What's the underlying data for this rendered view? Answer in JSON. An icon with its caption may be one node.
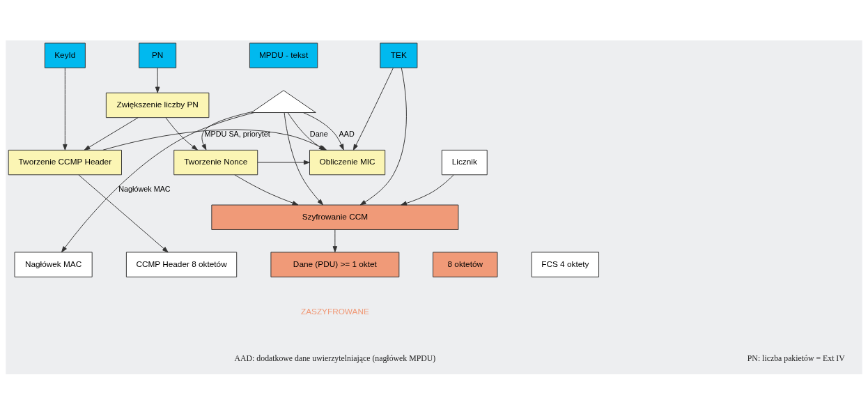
{
  "diagram": {
    "nodes": [
      {
        "text": [
          "MPDU - tekst"
        ]
      },
      {
        "text": [
          "TEK"
        ]
      },
      {
        "text": [
          "PN"
        ]
      },
      {
        "text": [
          "KeyId"
        ]
      },
      {
        "text": [],
        "shape": "triangle"
      },
      {
        "text": [
          "Zwiększenie liczby PN"
        ]
      },
      {
        "text": [
          "Tworzenie CCMP Header"
        ]
      },
      {
        "text": [
          "Tworzenie Nonce"
        ]
      },
      {
        "text": [
          "Obliczenie MIC"
        ]
      },
      {
        "text": [
          "Licznik"
        ]
      },
      {
        "text": [
          "Szyfrowanie CCM"
        ]
      },
      {
        "text": [
          "Nagłówek MAC"
        ]
      },
      {
        "text": [
          "CCMP Header 8 oktetów"
        ]
      },
      {
        "text": [
          "Dane (PDU) >= 1 oktet"
        ]
      },
      {
        "text": [
          "8 oktetów"
        ]
      },
      {
        "text": [
          "FCS 4 oktety"
        ]
      }
    ],
    "edges": [
      {
        "from": 2,
        "to": 5,
        "arrow": "to"
      },
      {
        "from": 5,
        "to": 6,
        "arrow": "to"
      },
      {
        "from": 3,
        "to": 6,
        "arrow": "to"
      },
      {
        "from": 5,
        "to": 7,
        "arrow": "to"
      },
      {
        "from": 4,
        "to": 11,
        "label": "Nagłówek MAC",
        "arrow": "to"
      },
      {
        "from": 4,
        "to": 8,
        "label": "AAD",
        "arrow": "to"
      },
      {
        "from": 4,
        "to": 8,
        "label": "Dane",
        "arrow": "to"
      },
      {
        "from": 4,
        "to": 10,
        "arrow": "to"
      },
      {
        "from": 4,
        "to": 7,
        "label": "MPDU SA, priorytet",
        "arrow": "to"
      },
      {
        "from": 1,
        "to": 8,
        "arrow": "to"
      },
      {
        "from": 1,
        "to": 10,
        "arrow": "to"
      },
      {
        "from": 6,
        "to": 8,
        "arrow": "to"
      },
      {
        "from": 7,
        "to": 8,
        "arrow": "to"
      },
      {
        "from": 7,
        "to": 10,
        "arrow": "to"
      },
      {
        "from": 9,
        "to": 10,
        "arrow": "to"
      },
      {
        "from": 10,
        "to": 13,
        "arrow": "to"
      },
      {
        "from": 6,
        "to": 12,
        "arrow": "to"
      }
    ],
    "labels": [
      "ZASZYFROWANE",
      "AAD: dodatkowe dane uwierzytelniające (nagłówek MPDU)",
      "PN: liczba pakietów = Ext IV"
    ]
  }
}
